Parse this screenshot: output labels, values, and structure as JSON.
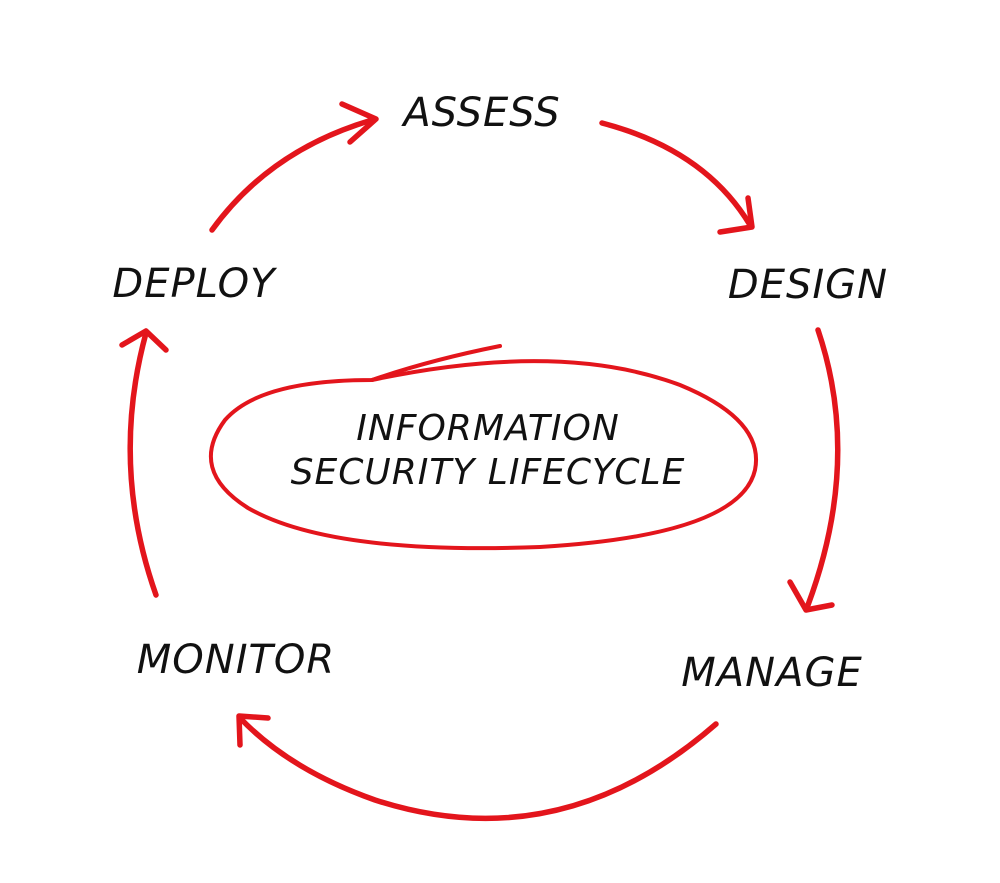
{
  "colors": {
    "accent": "#e3151c",
    "text": "#111111",
    "background": "#ffffff"
  },
  "center": {
    "line1": "INFORMATION",
    "line2": "SECURITY LIFECYCLE"
  },
  "stages": [
    {
      "id": "assess",
      "label": "ASSESS"
    },
    {
      "id": "design",
      "label": "DESIGN"
    },
    {
      "id": "manage",
      "label": "MANAGE"
    },
    {
      "id": "monitor",
      "label": "MONITOR"
    },
    {
      "id": "deploy",
      "label": "DEPLOY"
    }
  ]
}
